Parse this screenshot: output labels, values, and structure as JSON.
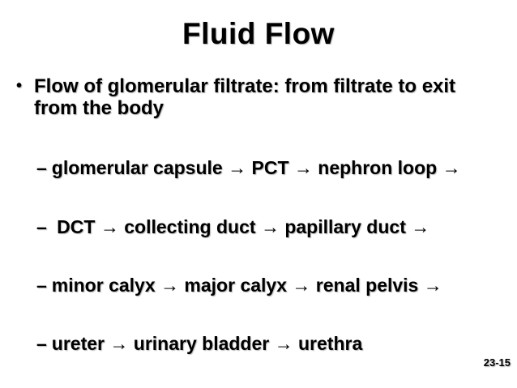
{
  "slide": {
    "title": "Fluid Flow",
    "bullet": {
      "marker": "•",
      "text": "Flow of glomerular filtrate: from filtrate to exit from the body"
    },
    "sub_bullets": [
      {
        "marker": "–",
        "text": "glomerular capsule → PCT → nephron loop →"
      },
      {
        "marker": "–",
        "text": " DCT → collecting duct → papillary duct →"
      },
      {
        "marker": "–",
        "text": "minor calyx → major calyx → renal pelvis →"
      },
      {
        "marker": "–",
        "text": "ureter → urinary bladder → urethra"
      }
    ],
    "page_number": "23-15",
    "colors": {
      "background": "#ffffff",
      "text": "#000000"
    }
  }
}
